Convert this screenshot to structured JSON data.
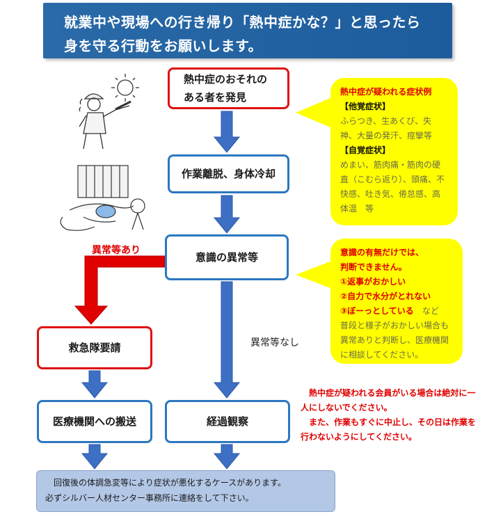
{
  "banner": {
    "line1": "就業中や現場への行き帰り「熱中症かな？」と思ったら",
    "line2": "身を守る行動をお願いします。"
  },
  "flow": {
    "discover_line1": "熱中症のおそれの",
    "discover_line2": "ある者を発見",
    "cooling": "作業離脱、身体冷却",
    "consciousness": "意識の異常等",
    "ambulance": "救急隊要請",
    "transport": "医療機関への搬送",
    "observe": "経過観察",
    "label_abnormal": "異常等あり",
    "label_normal": "異常等なし"
  },
  "symptoms": {
    "title": "熱中症が疑われる症状例",
    "objective_head": "【他覚症状】",
    "objective_text": "ふらつき、生あくび、失神、大量の発汗、痙攣等",
    "subjective_head": "【自覚症状】",
    "subjective_text": "めまい、筋肉痛・筋肉の硬直（こむら返り）、頭痛、不快感、吐き気、倦怠感、高体温　等"
  },
  "consciousness_note": {
    "line1": "意識の有無だけでは、",
    "line2": "判断できません。",
    "item1": "①返事がおかしい",
    "item2": "②自力で水分がとれない",
    "item3": "③ぼーっとしている",
    "item3_suffix": "　など",
    "rest": "普段と様子がおかしい場合も異常ありと判断し、医療機関に相談してください。"
  },
  "member_note": {
    "p1": "熱中症が疑われる会員がいる場合は絶対に一人にしないでください。",
    "p2": "また、作業もすぐに中止し、その日は作業を行わないようにしてください。"
  },
  "bottom_notice": {
    "line1": "回復後の体調急変等により症状が悪化するケースがあります。",
    "line2": "必ずシルバー人材センター事務所に連絡をして下さい。"
  },
  "colors": {
    "banner": "#1d5c9c",
    "red_border": "#e01010",
    "blue_border": "#2b77c0",
    "arrow_blue": "#3d6fc4",
    "arrow_red": "#e00000",
    "callout": "#ffff00",
    "bottom_bar": "#b3c7e6"
  },
  "icons": [
    "worker-in-sun-illustration",
    "collapsed-worker-illustration"
  ]
}
